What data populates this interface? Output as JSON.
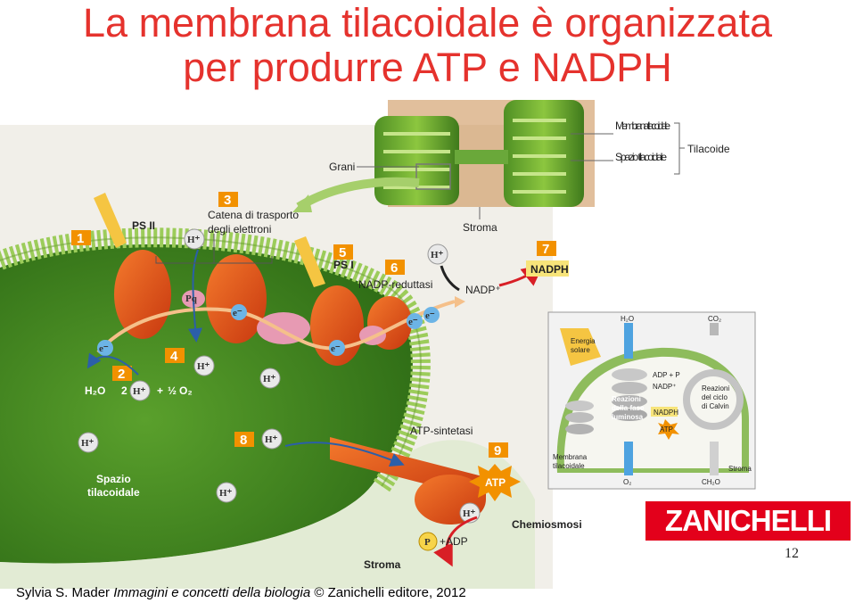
{
  "title": {
    "line1": "La membrana tilacoidale è organizzata",
    "line2": "per produrre ATP e NADPH"
  },
  "colors": {
    "title": "#e5322d",
    "badge": "#f29100",
    "complex": "#e8531e",
    "membrane": "#8fbf4a",
    "stroma": "#3a7a20",
    "logo": "#e3001b"
  },
  "inset_top": {
    "grani": "Grani",
    "membrana_tilacoidale": "Membrana tilacoidale",
    "spazio_tilacoidale": "Spazio tilacoidale",
    "tilacoide": "Tilacoide",
    "stroma": "Stroma"
  },
  "steps": [
    "1",
    "2",
    "3",
    "4",
    "5",
    "6",
    "7",
    "8",
    "9"
  ],
  "labels": {
    "ps2": "PS II",
    "ps1": "PS I",
    "catena_line1": "Catena di trasporto",
    "catena_line2": "degli elettroni",
    "nadp_reduttasi": "NADP-reduttasi",
    "nadp_plus": "NADP⁺",
    "nadph": "NADPH",
    "pq": "Pq",
    "electron": "e⁻",
    "h_plus": "H⁺",
    "h2o": "H₂O",
    "water_eq_2": "2",
    "water_eq_plus": "+",
    "half": "½",
    "o2": "O₂",
    "atp_sintetasi": "ATP-sintetasi",
    "atp": "ATP",
    "p": "P",
    "plus_adp": "+ADP",
    "chemiosmosi": "Chemiosmosi",
    "stroma": "Stroma",
    "spazio_line1": "Spazio",
    "spazio_line2": "tilacoidale"
  },
  "inset_right": {
    "h2o": "H₂O",
    "co2": "CO₂",
    "energia_line1": "Energia",
    "energia_line2": "solare",
    "adp_p": "ADP + P",
    "nadp": "NADP⁺",
    "reazioni_line1": "Reazioni",
    "reazioni_line2": "della fase",
    "reazioni_line3": "luminosa",
    "calvin_line1": "Reazioni",
    "calvin_line2": "del ciclo",
    "calvin_line3": "di Calvin",
    "nadph": "NADPH",
    "atp": "ATP",
    "membrana_line1": "Membrana",
    "membrana_line2": "tilacoidale",
    "stroma": "Stroma",
    "o2": "O₂",
    "ch2o": "CH₂O"
  },
  "logo": "ZANICHELLI",
  "page_number": "12",
  "footer": {
    "author": "Sylvia S. Mader ",
    "book": "Immagini e concetti della biologia",
    "publisher": " © Zanichelli editore, 2012"
  }
}
